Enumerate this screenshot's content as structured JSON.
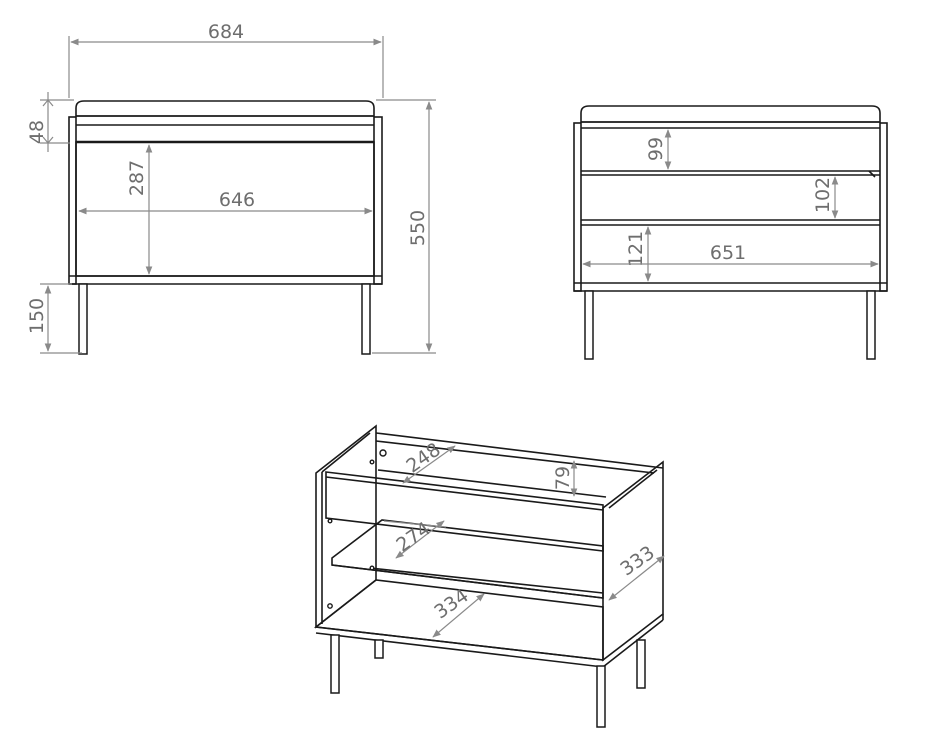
{
  "dimensions": {
    "front_view": {
      "overall_width": "684",
      "top_thickness": "48",
      "inner_height": "287",
      "inner_width": "646",
      "overall_height": "550",
      "leg_height": "150"
    },
    "section_view": {
      "drawer_height": "99",
      "middle_height": "102",
      "lower_height": "121",
      "inner_width": "651"
    },
    "iso_view": {
      "drawer_depth": "248",
      "drawer_height": "79",
      "shelf_depth": "274",
      "side_depth": "333",
      "bottom_depth": "334"
    }
  }
}
